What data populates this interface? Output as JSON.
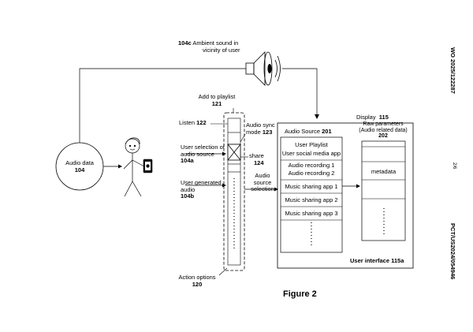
{
  "figure_label": "Figure 2",
  "margin": {
    "publication": "WO 2025/122287",
    "sheet": "2/6",
    "application": "PCT/US2024/054946"
  },
  "ambient": {
    "ref": "104c",
    "text_line1": "Ambient sound in",
    "text_line2": "vicinity of user"
  },
  "audio_data": {
    "line1": "Audio data",
    "line2": "104"
  },
  "add_to_playlist": {
    "line1": "Add to playlist",
    "ref": "121"
  },
  "listen": {
    "text": "Listen",
    "ref": "122"
  },
  "audio_sync": {
    "line1": "Audio sync",
    "line2": "mode",
    "ref": "123"
  },
  "share": {
    "text": "share",
    "ref": "124"
  },
  "audio_source_selection": {
    "line1": "Audio",
    "line2": "source",
    "line3": "selection"
  },
  "user_selection": {
    "line1": "User selection of",
    "line2": "audio source",
    "ref": "104a"
  },
  "user_generated": {
    "line1": "User generated",
    "line2": "audio",
    "ref": "104b"
  },
  "action_options": {
    "line1": "Action options",
    "ref": "120"
  },
  "display": {
    "text": "Display",
    "ref": "115"
  },
  "audio_source": {
    "text": "Audio Source",
    "ref": "201"
  },
  "raw_parameters": {
    "line1": "Raw parameters",
    "line2": "(Audio related data)",
    "ref": "202"
  },
  "user_interface": {
    "text": "User interface",
    "ref": "115a"
  },
  "source_items": [
    "User Playlist",
    "User social media app",
    "Audio recording 1",
    "Audio recording 2",
    "Music sharing app 1",
    "Music sharing app 2",
    "Music sharing app 3"
  ],
  "metadata_label": "metadata"
}
